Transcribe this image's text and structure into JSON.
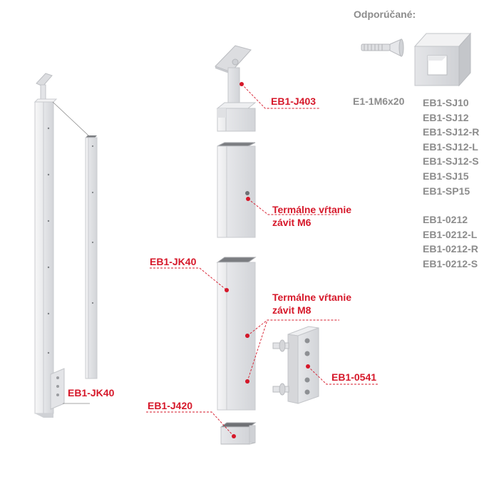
{
  "recommended_title": "Odporúčané:",
  "screw_code": "E1-1M6x20",
  "recommended_group_1": [
    "EB1-SJ10",
    "EB1-SJ12",
    "EB1-SJ12-R",
    "EB1-SJ12-L",
    "EB1-SJ12-S",
    "EB1-SJ15",
    "EB1-SP15"
  ],
  "recommended_group_2": [
    "EB1-0212",
    "EB1-0212-L",
    "EB1-0212-R",
    "EB1-0212-S"
  ],
  "callouts": {
    "j403": "EB1-J403",
    "thermal_m6_line1": "Termálne vŕtanie",
    "thermal_m6_line2": "závit M6",
    "jk40_middle": "EB1-JK40",
    "thermal_m8_line1": "Termálne vŕtanie",
    "thermal_m8_line2": "závit M8",
    "part_0541": "EB1-0541",
    "j420": "EB1-J420",
    "jk40_left": "EB1-JK40"
  },
  "colors": {
    "accent_red": "#d6182a",
    "label_grey": "#8c8c8c",
    "steel_light": "#eeeef0",
    "steel_mid": "#d6d7da",
    "steel_dark": "#b4b6ba"
  }
}
